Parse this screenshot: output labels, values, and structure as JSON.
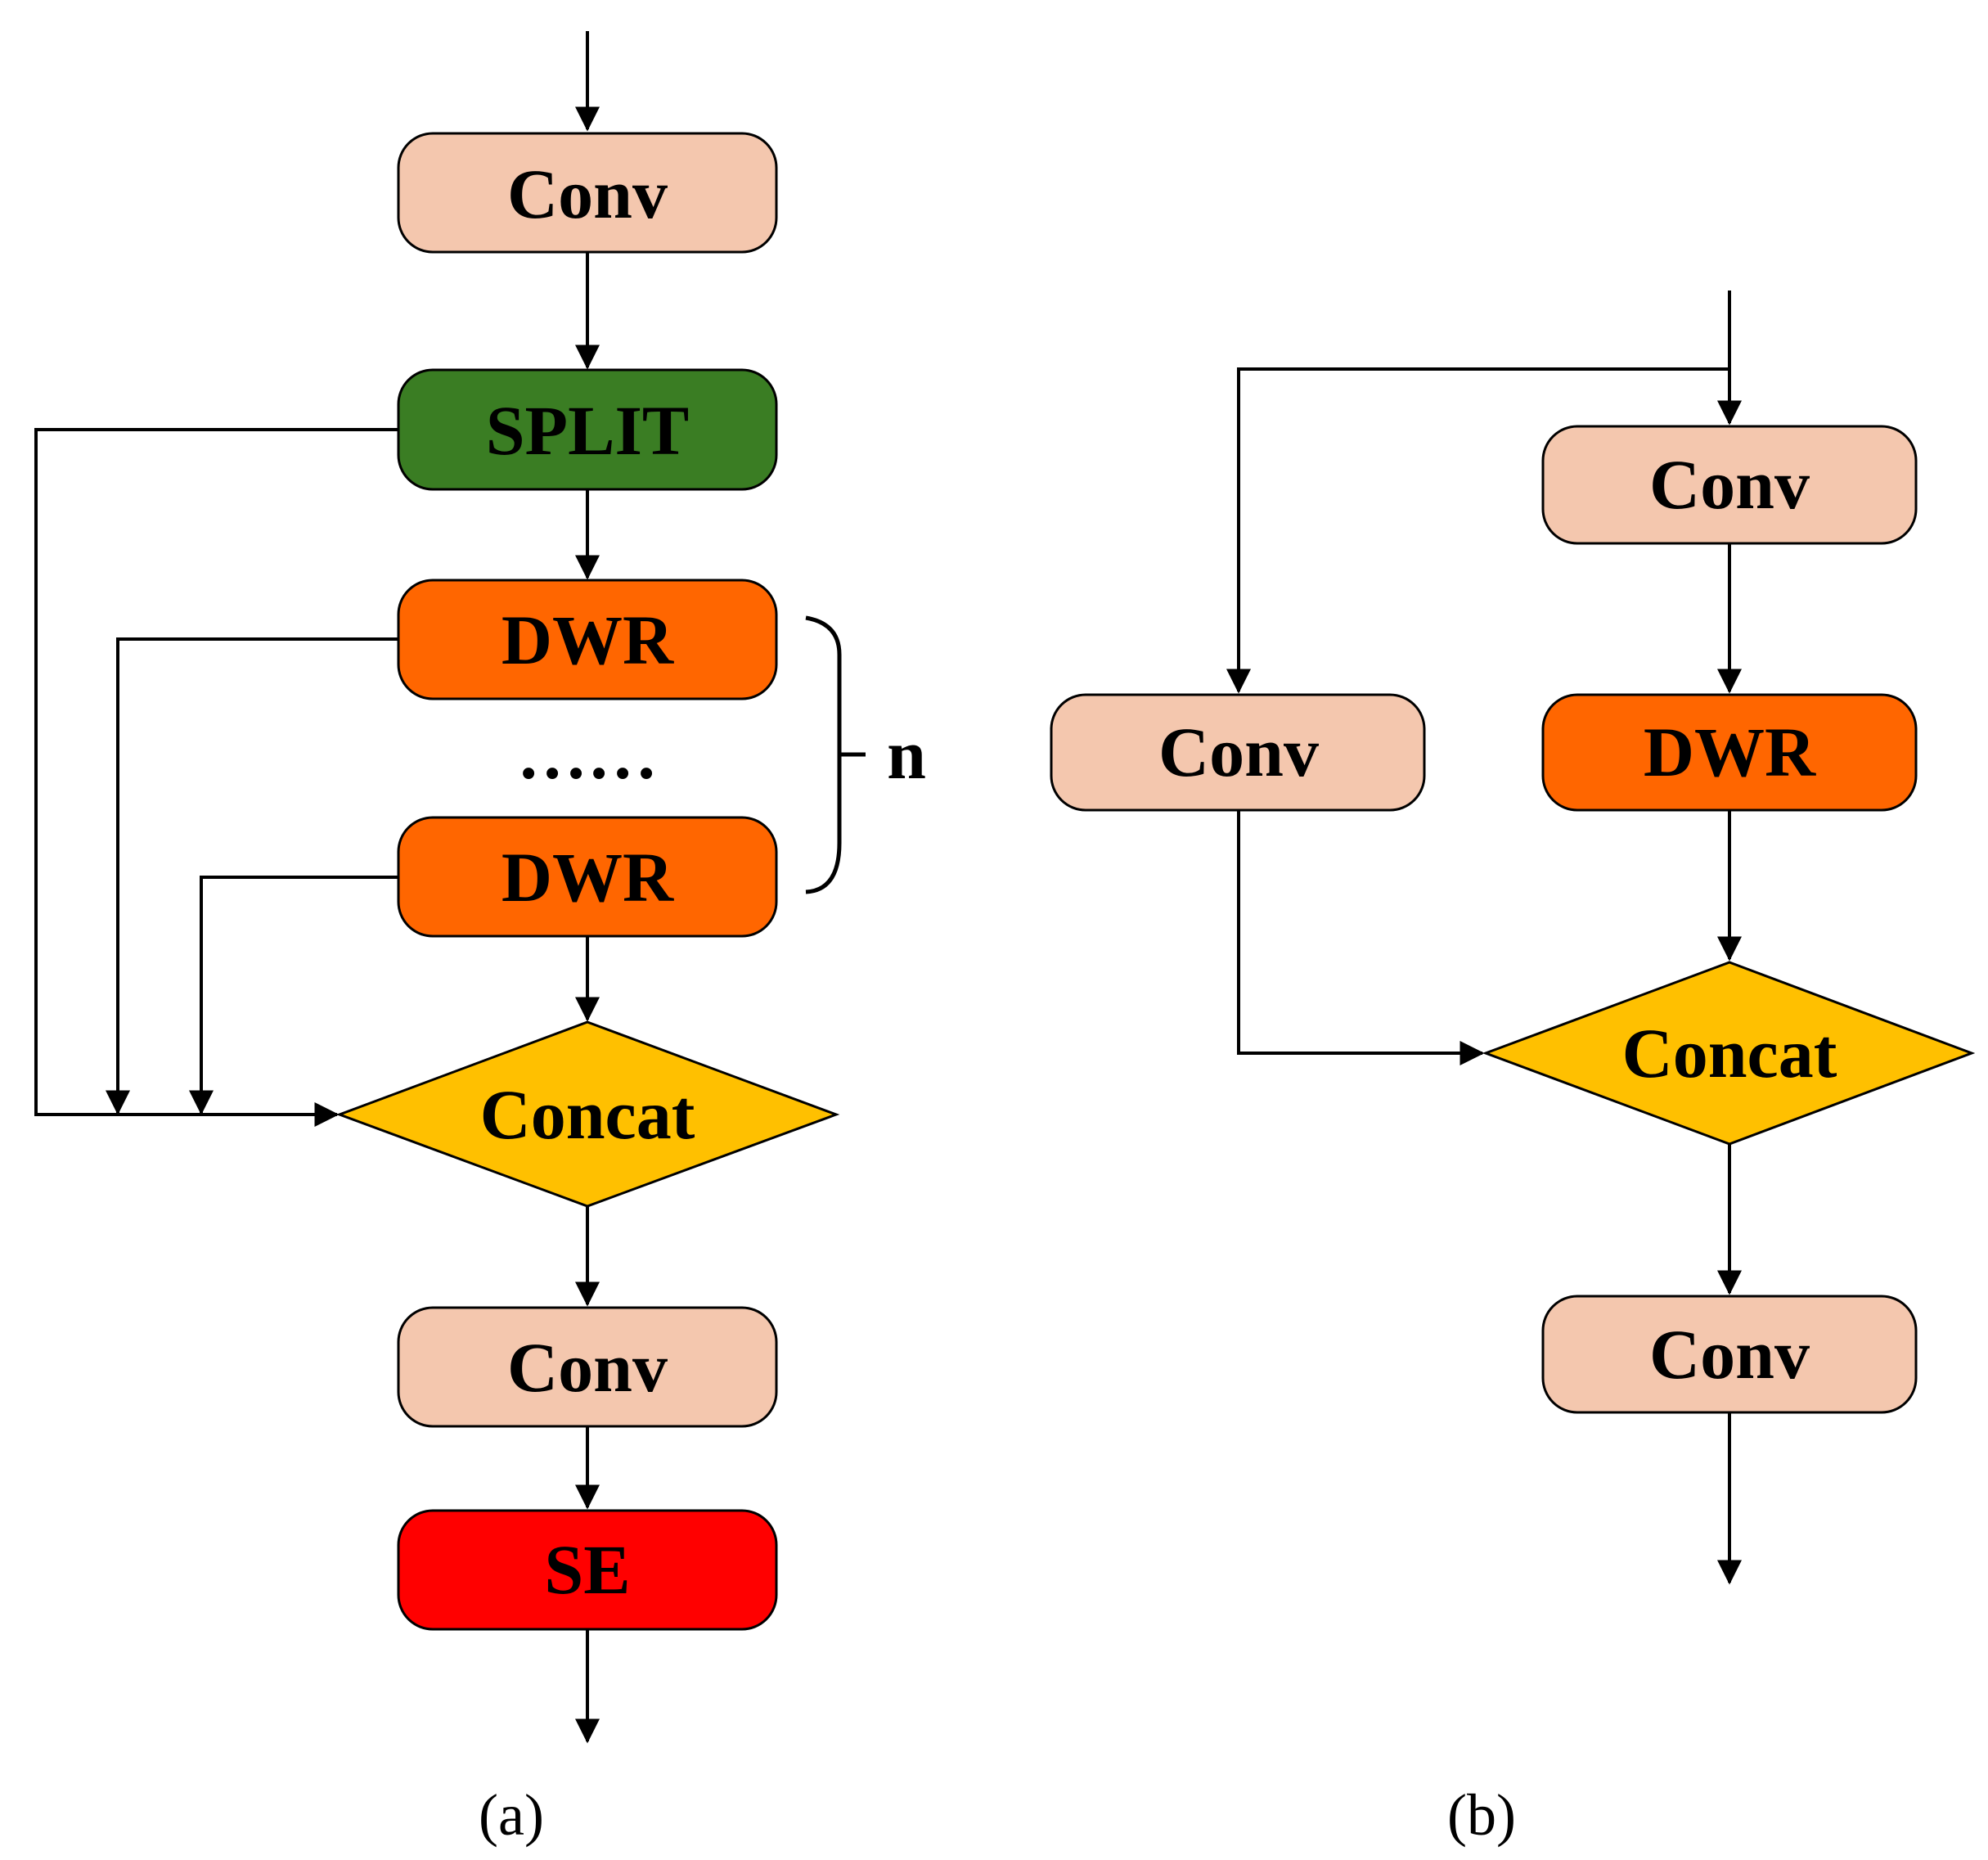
{
  "colors": {
    "conv": "#F4C7AE",
    "split": "#3A7D23",
    "dwr": "#FF6600",
    "concat": "#FFC000",
    "se": "#FF0000"
  },
  "panel_a": {
    "conv_top": "Conv",
    "split": "SPLIT",
    "dwr_first": "DWR",
    "ellipsis": "……",
    "dwr_last": "DWR",
    "repeat_label": "n",
    "concat": "Concat",
    "conv_bottom": "Conv",
    "se": "SE",
    "caption": "(a)"
  },
  "panel_b": {
    "conv_top": "Conv",
    "conv_side": "Conv",
    "dwr": "DWR",
    "concat": "Concat",
    "conv_bottom": "Conv",
    "caption": "(b)"
  }
}
